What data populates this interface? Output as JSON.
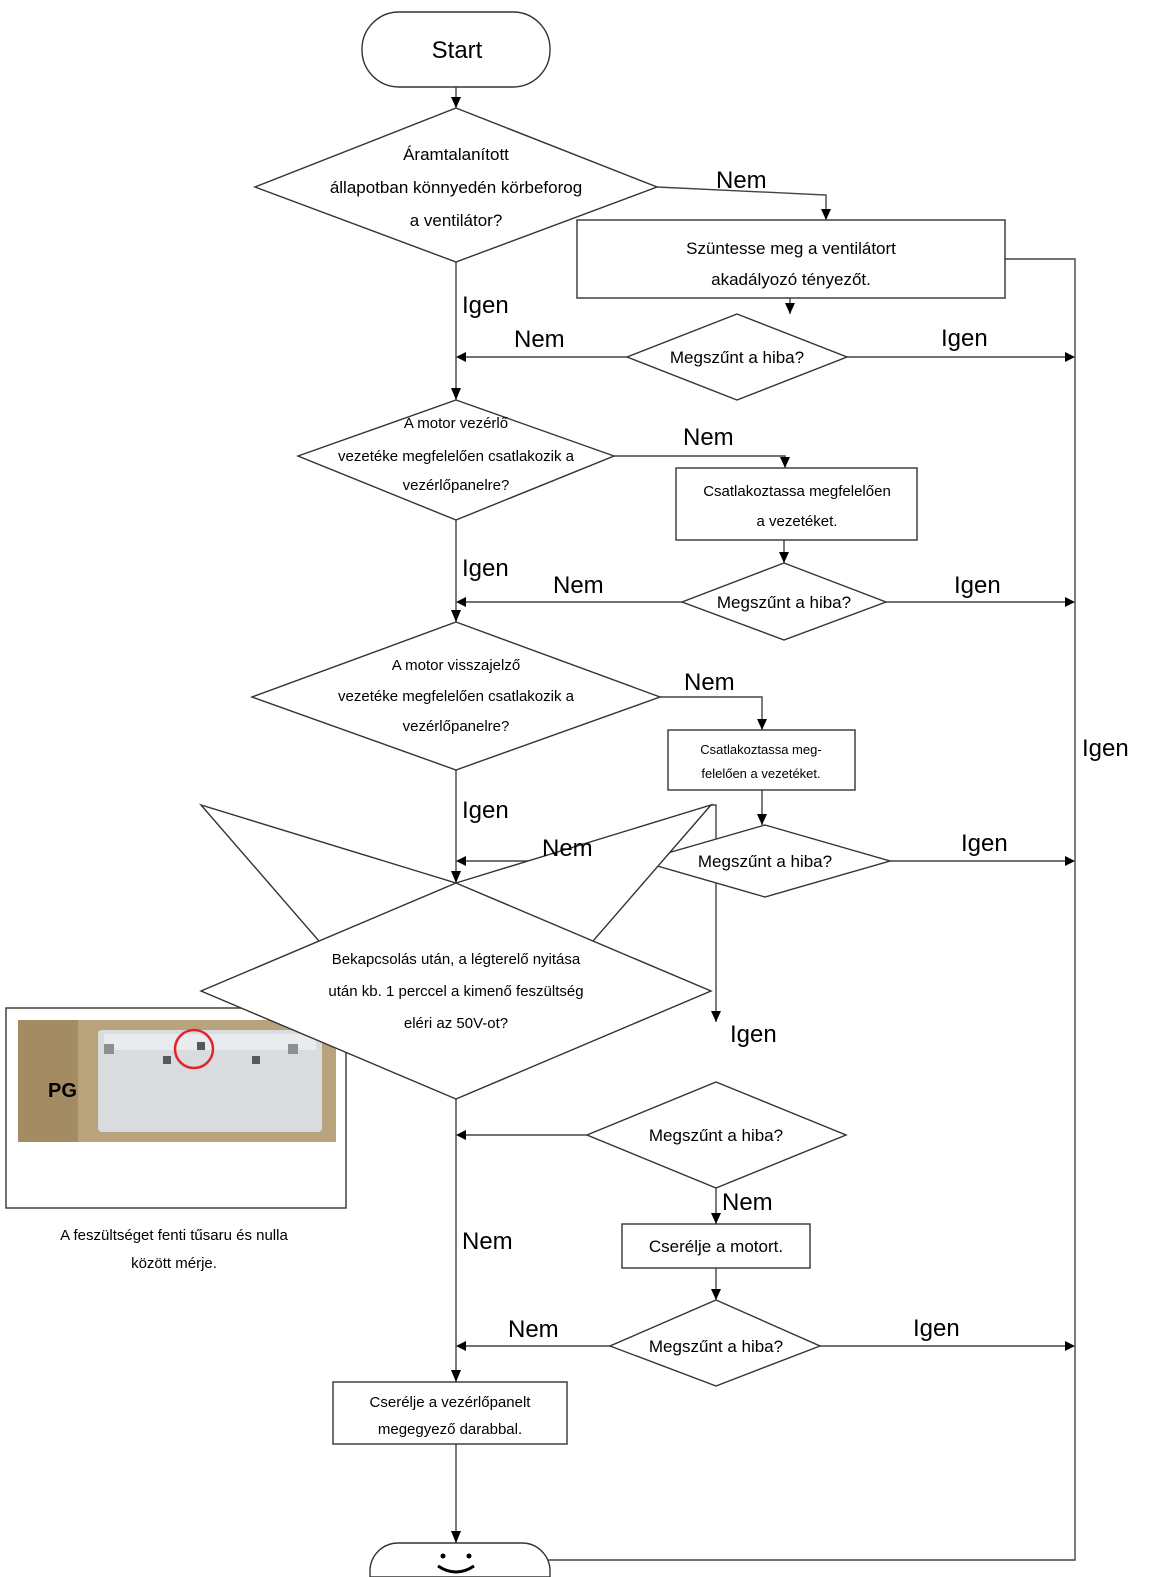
{
  "flowchart": {
    "start_label": "Start",
    "end_label": "⌣",
    "q1": [
      "Áramtalanított",
      "állapotban könnyedén körbeforog",
      "a ventilátor?"
    ],
    "a1": [
      "Szüntesse meg a ventilátort",
      "akadályozó tényezőt."
    ],
    "d1": "Megszűnt a hiba?",
    "q2": [
      "A motor vezérlő",
      "vezetéke megfelelően csatlakozik a",
      "vezérlőpanelre?"
    ],
    "a2": [
      "Csatlakoztassa megfelelően",
      "a vezetéket."
    ],
    "d2": "Megszűnt a hiba?",
    "q3": [
      "A motor visszajelző",
      "vezetéke megfelelően csatlakozik a",
      "vezérlőpanelre?"
    ],
    "a3": [
      "Csatlakoztassa meg-",
      "felelően a vezetéket."
    ],
    "d3": "Megszűnt a hiba?",
    "q4": [
      "Bekapcsolás után, a légterelő nyitása",
      "után kb. 1 perccel a kimenő feszültség",
      "eléri az 50V-ot?"
    ],
    "d4": "Megszűnt a hiba?",
    "a4": "Cserélje a motort.",
    "d5": "Megszűnt a hiba?",
    "a5": [
      "Cserélje a vezérlőpanelt",
      "megegyező darabbal."
    ],
    "photo_label": "PG",
    "photo_caption": [
      "A feszültséget fenti tűsaru és nulla",
      "között mérje."
    ],
    "labels": {
      "nem": "Nem",
      "igen": "Igen"
    }
  },
  "colors": {
    "line": "#444444",
    "highlight_circle": "#e0262b",
    "photo_bg": "#b9a37d"
  }
}
